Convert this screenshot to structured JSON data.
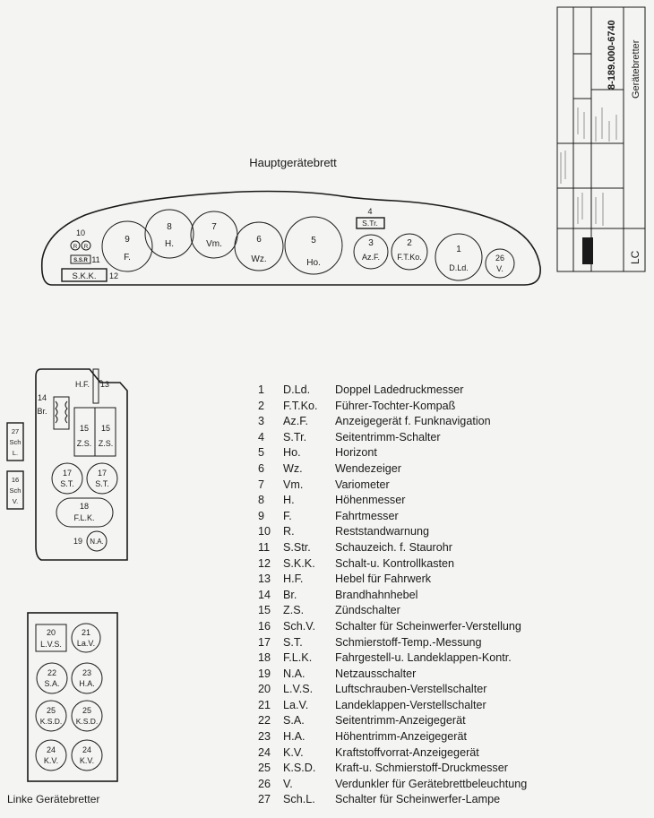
{
  "diagram": {
    "main_title": "Hauptgerätebrett",
    "left_title": "Linke Gerätebretter",
    "main_panel": {
      "instruments": [
        {
          "num": "9",
          "abbr": "F."
        },
        {
          "num": "8",
          "abbr": "H."
        },
        {
          "num": "7",
          "abbr": "Vm."
        },
        {
          "num": "6",
          "abbr": "Wz."
        },
        {
          "num": "5",
          "abbr": "Ho."
        },
        {
          "num": "3",
          "abbr": "Az.F."
        },
        {
          "num": "2",
          "abbr": "F.T.Ko."
        },
        {
          "num": "1",
          "abbr": "D.Ld."
        },
        {
          "num": "26",
          "abbr": "V."
        }
      ],
      "num_10": "10",
      "lamp_symbol": "R",
      "ssr_label": "S.S.R",
      "num_11": "11",
      "skk_label": "S.K.K.",
      "num_12": "12",
      "num_4": "4",
      "str_label": "S.Tr."
    },
    "left_panel_upper": {
      "hf_label": "H.F.",
      "num_13": "13",
      "num_14": "14",
      "br_label": "Br.",
      "zs_left": {
        "num": "15",
        "abbr": "Z.S."
      },
      "zs_right": {
        "num": "15",
        "abbr": "Z.S."
      },
      "st_left": {
        "num": "17",
        "abbr": "S.T."
      },
      "st_right": {
        "num": "17",
        "abbr": "S.T."
      },
      "flk": {
        "num": "18",
        "abbr": "F.L.K."
      },
      "num_19": "19",
      "na_label": "N.A.",
      "side_27": {
        "num": "27",
        "line1": "Sch",
        "line2": "L."
      },
      "side_16": {
        "num": "16",
        "line1": "Sch",
        "line2": "V."
      }
    },
    "left_panel_lower": {
      "lvs": {
        "num": "20",
        "abbr": "L.V.S."
      },
      "lav": {
        "num": "21",
        "abbr": "La.V."
      },
      "sa": {
        "num": "22",
        "abbr": "S.A."
      },
      "ha": {
        "num": "23",
        "abbr": "H.A."
      },
      "ksd_left": {
        "num": "25",
        "abbr": "K.S.D."
      },
      "ksd_right": {
        "num": "25",
        "abbr": "K.S.D."
      },
      "kv_left": {
        "num": "24",
        "abbr": "K.V."
      },
      "kv_right": {
        "num": "24",
        "abbr": "K.V."
      }
    },
    "title_block": {
      "drawing_number": "8-189.000-6740",
      "drawing_title": "Gerätebretter",
      "code": "LC"
    }
  },
  "legend": [
    {
      "num": "1",
      "abbr": "D.Ld.",
      "desc": "Doppel Ladedruckmesser"
    },
    {
      "num": "2",
      "abbr": "F.T.Ko.",
      "desc": "Führer-Tochter-Kompaß"
    },
    {
      "num": "3",
      "abbr": "Az.F.",
      "desc": "Anzeigegerät f. Funknavigation"
    },
    {
      "num": "4",
      "abbr": "S.Tr.",
      "desc": "Seitentrimm-Schalter"
    },
    {
      "num": "5",
      "abbr": "Ho.",
      "desc": "Horizont"
    },
    {
      "num": "6",
      "abbr": "Wz.",
      "desc": "Wendezeiger"
    },
    {
      "num": "7",
      "abbr": "Vm.",
      "desc": "Variometer"
    },
    {
      "num": "8",
      "abbr": "H.",
      "desc": "Höhenmesser"
    },
    {
      "num": "9",
      "abbr": "F.",
      "desc": "Fahrtmesser"
    },
    {
      "num": "10",
      "abbr": "R.",
      "desc": "Reststandwarnung"
    },
    {
      "num": "11",
      "abbr": "S.Str.",
      "desc": "Schauzeich. f. Staurohr"
    },
    {
      "num": "12",
      "abbr": "S.K.K.",
      "desc": "Schalt-u. Kontrollkasten"
    },
    {
      "num": "13",
      "abbr": "H.F.",
      "desc": "Hebel für Fahrwerk"
    },
    {
      "num": "14",
      "abbr": "Br.",
      "desc": "Brandhahnhebel"
    },
    {
      "num": "15",
      "abbr": "Z.S.",
      "desc": "Zündschalter"
    },
    {
      "num": "16",
      "abbr": "Sch.V.",
      "desc": "Schalter für Scheinwerfer-Verstellung"
    },
    {
      "num": "17",
      "abbr": "S.T.",
      "desc": "Schmierstoff-Temp.-Messung"
    },
    {
      "num": "18",
      "abbr": "F.L.K.",
      "desc": "Fahrgestell-u. Landeklappen-Kontr."
    },
    {
      "num": "19",
      "abbr": "N.A.",
      "desc": "Netzausschalter"
    },
    {
      "num": "20",
      "abbr": "L.V.S.",
      "desc": "Luftschrauben-Verstellschalter"
    },
    {
      "num": "21",
      "abbr": "La.V.",
      "desc": "Landeklappen-Verstellschalter"
    },
    {
      "num": "22",
      "abbr": "S.A.",
      "desc": "Seitentrimm-Anzeigegerät"
    },
    {
      "num": "23",
      "abbr": "H.A.",
      "desc": "Höhentrimm-Anzeigegerät"
    },
    {
      "num": "24",
      "abbr": "K.V.",
      "desc": "Kraftstoffvorrat-Anzeigegerät"
    },
    {
      "num": "25",
      "abbr": "K.S.D.",
      "desc": "Kraft-u. Schmierstoff-Druckmesser"
    },
    {
      "num": "26",
      "abbr": "V.",
      "desc": "Verdunkler für Gerätebrettbeleuchtung"
    },
    {
      "num": "27",
      "abbr": "Sch.L.",
      "desc": "Schalter für Scheinwerfer-Lampe"
    }
  ],
  "colors": {
    "ink": "#1a1a1a",
    "paper": "#f4f4f2",
    "ghost": "#c8c8c6"
  }
}
